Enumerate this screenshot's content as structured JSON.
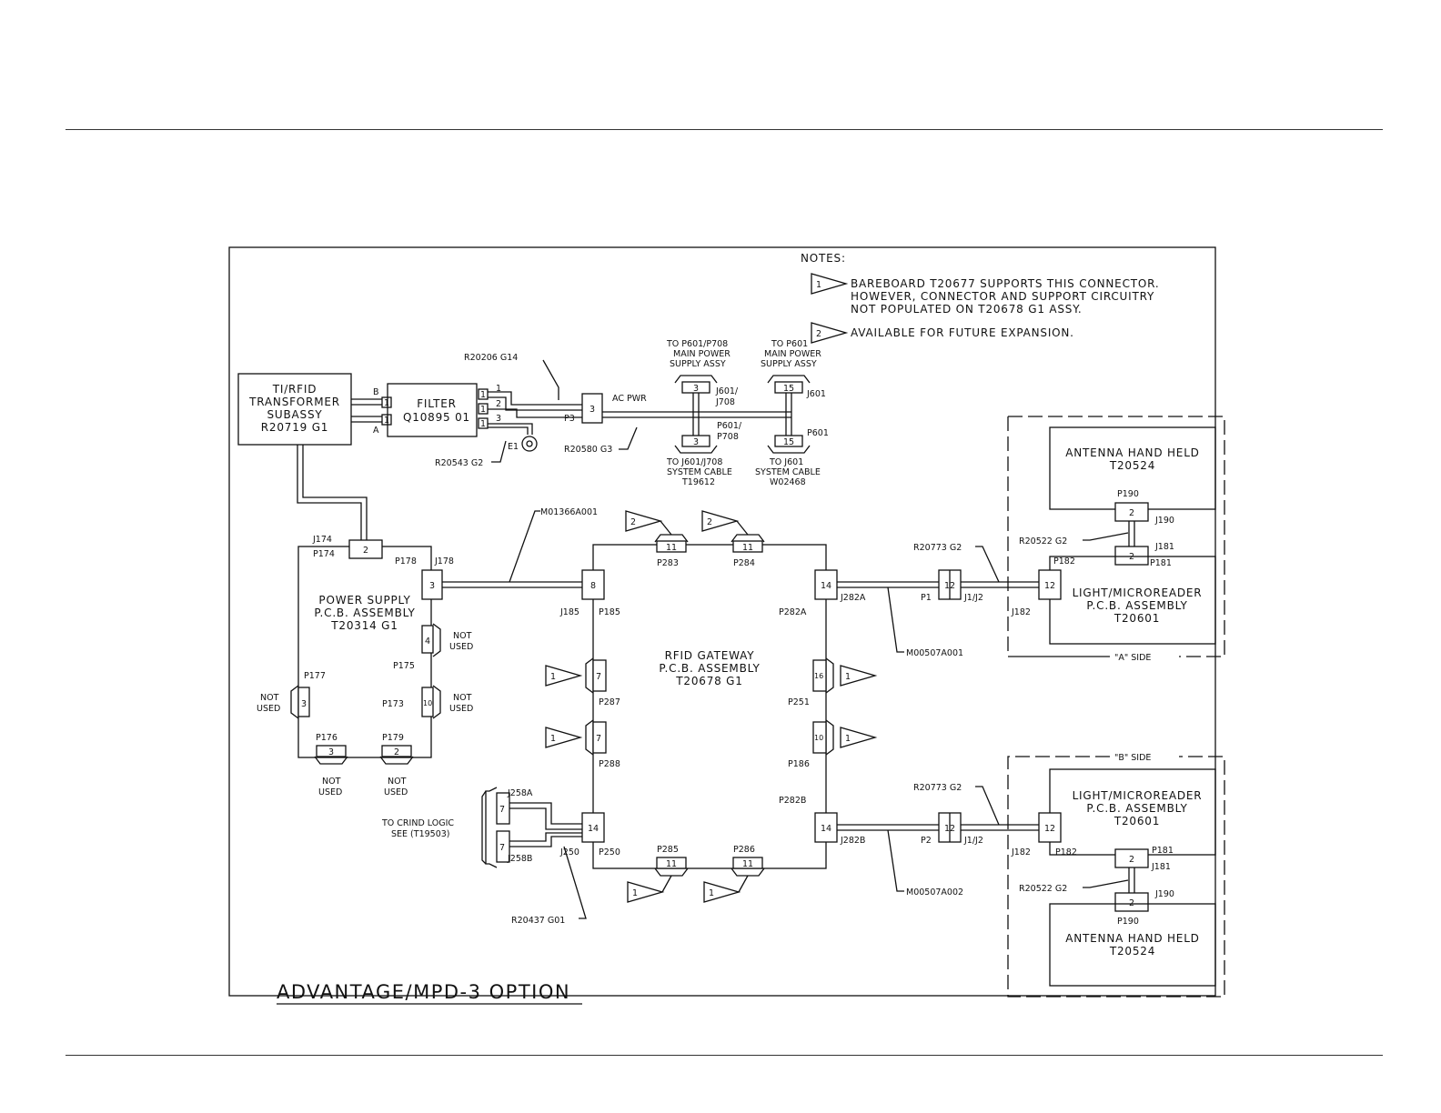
{
  "title": "ADVANTAGE/MPD-3 OPTION",
  "notes": {
    "heading": "NOTES:",
    "n1_num": "1",
    "n1_l1": "BAREBOARD T20677 SUPPORTS THIS CONNECTOR.",
    "n1_l2": "HOWEVER, CONNECTOR AND SUPPORT CIRCUITRY",
    "n1_l3": "NOT POPULATED ON T20678 G1 ASSY.",
    "n2_num": "2",
    "n2_l1": "AVAILABLE FOR FUTURE EXPANSION."
  },
  "transformer": {
    "l1": "TI/RFID",
    "l2": "TRANSFORMER",
    "l3": "SUBASSY",
    "l4": "R20719 G1",
    "b": "B",
    "a": "A",
    "c1": "1",
    "c2": "1"
  },
  "filter": {
    "l1": "FILTER",
    "l2": "Q10895 01",
    "p1": "1",
    "p2": "2",
    "p3": "3",
    "c1": "1",
    "c2": "1",
    "c3": "1",
    "e1": "E1"
  },
  "cables_top": {
    "r20206": "R20206 G14",
    "r20543": "R20543 G2",
    "r20580": "R20580 G3",
    "p3": "P3",
    "p3n": "3",
    "acpwr": "AC PWR",
    "to1_l1": "TO P601/P708",
    "to1_l2": "MAIN POWER",
    "to1_l3": "SUPPLY ASSY",
    "to2_l1": "TO P601",
    "to2_l2": "MAIN POWER",
    "to2_l3": "SUPPLY ASSY",
    "to3_l1": "TO J601/J708",
    "to3_l2": "SYSTEM CABLE",
    "to3_l3": "T19612",
    "to4_l1": "TO J601",
    "to4_l2": "SYSTEM CABLE",
    "to4_l3": "W02468",
    "j601j708_a": "J601/",
    "j601j708_b": "J708",
    "j601": "J601",
    "p601p708_a": "P601/",
    "p601p708_b": "P708",
    "p601": "P601",
    "n3a": "3",
    "n3b": "3",
    "n15a": "15",
    "n15b": "15"
  },
  "power_supply": {
    "l1": "POWER SUPPLY",
    "l2": "P.C.B. ASSEMBLY",
    "l3": "T20314 G1",
    "j174": "J174",
    "p174": "P174",
    "n2": "2",
    "p178": "P178",
    "j178": "J178",
    "n3": "3",
    "n4": "4",
    "p175": "P175",
    "notused1_a": "NOT",
    "notused1_b": "USED",
    "p177": "P177",
    "n3b": "3",
    "notused2_a": "NOT",
    "notused2_b": "USED",
    "p173": "P173",
    "n10": "10",
    "notused3_a": "NOT",
    "notused3_b": "USED",
    "p176": "P176",
    "p179": "P179",
    "n3c": "3",
    "n2b": "2",
    "notused4_a": "NOT",
    "notused4_b": "USED",
    "notused5_a": "NOT",
    "notused5_b": "USED"
  },
  "gateway": {
    "l1": "RFID GATEWAY",
    "l2": "P.C.B. ASSEMBLY",
    "l3": "T20678 G1",
    "m01366": "M01366A001",
    "j185": "J185",
    "p185": "P185",
    "n8": "8",
    "p283": "P283",
    "p284": "P284",
    "n11a": "11",
    "n11b": "11",
    "p287": "P287",
    "p288": "P288",
    "n7a": "7",
    "n7b": "7",
    "p251": "P251",
    "p186": "P186",
    "n16": "16",
    "n10": "10",
    "p282a": "P282A",
    "j282a": "J282A",
    "n14a": "14",
    "p282b": "P282B",
    "j282b": "J282B",
    "n14b": "14",
    "p250": "P250",
    "j250": "J250",
    "n14c": "14",
    "p285": "P285",
    "p286": "P286",
    "n11c": "11",
    "n11d": "11",
    "j258a": "J258A",
    "j258b": "J258B",
    "n7c": "7",
    "n7d": "7",
    "crind_l1": "TO CRIND LOGIC",
    "crind_l2": "SEE (T19503)",
    "r20437": "R20437 G01",
    "tri1": "1",
    "tri2": "2"
  },
  "side_a": {
    "label": "\"A\" SIDE",
    "antenna_l1": "ANTENNA HAND HELD",
    "antenna_l2": "T20524",
    "p190": "P190",
    "j190": "J190",
    "n2a": "2",
    "r20522": "R20522 G2",
    "j181": "J181",
    "p181": "P181",
    "p182": "P182",
    "n2b": "2",
    "light_l1": "LIGHT/MICROREADER",
    "light_l2": "P.C.B. ASSEMBLY",
    "light_l3": "T20601",
    "j182": "J182",
    "n12": "12",
    "r20773": "R20773 G2",
    "p1": "P1",
    "j1j2": "J1/J2",
    "n12b": "12",
    "m00507": "M00507A001"
  },
  "side_b": {
    "label": "\"B\" SIDE",
    "light_l1": "LIGHT/MICROREADER",
    "light_l2": "P.C.B. ASSEMBLY",
    "light_l3": "T20601",
    "j182": "J182",
    "p182": "P182",
    "n12": "12",
    "p181": "P181",
    "j181": "J181",
    "n2a": "2",
    "r20522": "R20522 G2",
    "j190": "J190",
    "n2b": "2",
    "p190": "P190",
    "antenna_l1": "ANTENNA HAND HELD",
    "antenna_l2": "T20524",
    "r20773": "R20773 G2",
    "p2": "P2",
    "j1j2": "J1/J2",
    "n12b": "12",
    "m00507": "M00507A002"
  }
}
